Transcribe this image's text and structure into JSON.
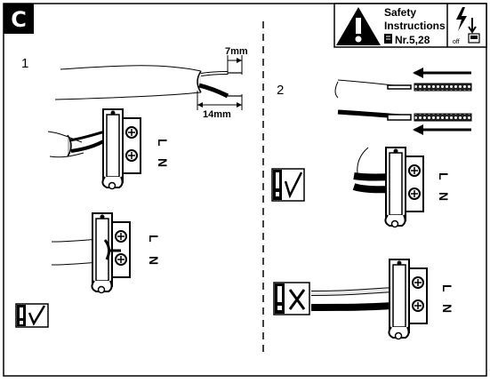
{
  "section": {
    "letter": "C"
  },
  "safety": {
    "line1": "Safety",
    "line2": "Instructions",
    "ref": "Nr.5,28",
    "switch_label": "off"
  },
  "steps": {
    "step1": "1",
    "step2": "2"
  },
  "dimensions": {
    "short_strip": "7mm",
    "long_strip": "14mm"
  },
  "terminal_labels": {
    "live": "L",
    "neutral": "N"
  },
  "colors": {
    "ink": "#000000",
    "wire_grey": "#555555",
    "cable_sheath": "#e8e8e8"
  },
  "icons": {
    "safety": "warning-triangle-icon",
    "power_off": "power-off-switch-icon",
    "approved": "check-icon",
    "rejected": "cross-icon",
    "book": "manual-book-icon"
  }
}
